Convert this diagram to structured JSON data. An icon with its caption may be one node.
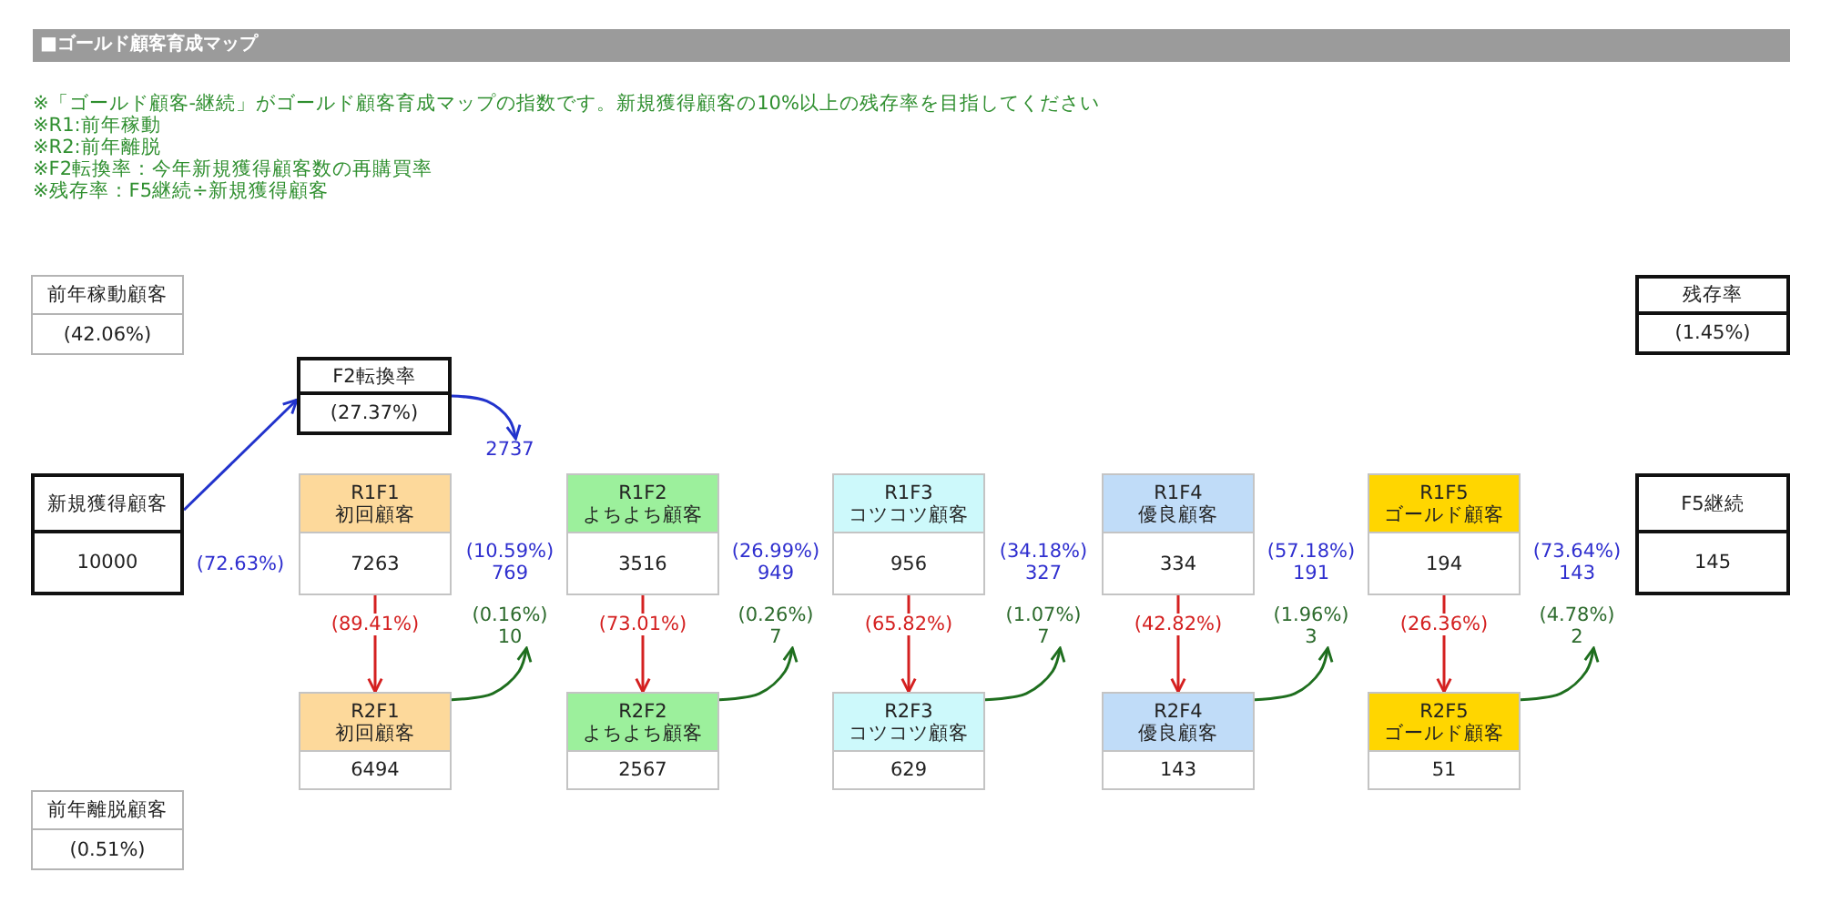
{
  "diagram": {
    "title": "■ゴールド顧客育成マップ",
    "nodes": [
      {
        "text": [
          "前年稼動顧客",
          "(42.06%)"
        ]
      },
      {
        "text": [
          "残存率",
          "(1.45%)"
        ]
      },
      {
        "text": [
          "F2転換率",
          "(27.37%)"
        ]
      },
      {
        "text": [
          "2737"
        ]
      },
      {
        "text": [
          "新規獲得顧客",
          "10000"
        ]
      },
      {
        "text": [
          "R1F1 初回顧客",
          "7263"
        ]
      },
      {
        "text": [
          "R1F2 よちよち顧客",
          "3516"
        ]
      },
      {
        "text": [
          "R1F3 コツコツ顧客",
          "956"
        ]
      },
      {
        "text": [
          "R1F4 優良顧客",
          "334"
        ]
      },
      {
        "text": [
          "R1F5 ゴールド顧客",
          "194"
        ]
      },
      {
        "text": [
          "F5継続",
          "145"
        ]
      },
      {
        "text": [
          "(0.16%) 10"
        ]
      },
      {
        "text": [
          "(0.26%) 7"
        ]
      },
      {
        "text": [
          "(1.07%) 7"
        ]
      },
      {
        "text": [
          "(1.96%) 3"
        ]
      },
      {
        "text": [
          "(4.78%) 2"
        ]
      },
      {
        "text": [
          "R2F1 初回顧客",
          "6494"
        ]
      },
      {
        "text": [
          "R2F2 よちよち顧客",
          "2567"
        ]
      },
      {
        "text": [
          "R2F3 コツコツ顧客",
          "629"
        ]
      },
      {
        "text": [
          "R2F4 優良顧客",
          "143"
        ]
      },
      {
        "text": [
          "R2F5 ゴールド顧客",
          "51"
        ]
      },
      {
        "text": [
          "前年離脱顧客",
          "(0.51%)"
        ]
      }
    ],
    "edges": [
      {
        "from": 4,
        "to": 2,
        "arrow": "to",
        "color": "#2233cc"
      },
      {
        "from": 2,
        "to": 3,
        "arrow": "to",
        "color": "#2233cc"
      },
      {
        "from": 5,
        "to": 16,
        "arrow": "to",
        "label": "(89.41%)",
        "color": "#d42020"
      },
      {
        "from": 6,
        "to": 17,
        "arrow": "to",
        "label": "(73.01%)",
        "color": "#d42020"
      },
      {
        "from": 7,
        "to": 18,
        "arrow": "to",
        "label": "(65.82%)",
        "color": "#d42020"
      },
      {
        "from": 8,
        "to": 19,
        "arrow": "to",
        "label": "(42.82%)",
        "color": "#d42020"
      },
      {
        "from": 9,
        "to": 20,
        "arrow": "to",
        "label": "(26.36%)",
        "color": "#d42020"
      },
      {
        "from": 16,
        "to": 11,
        "arrow": "to",
        "color": "#1e6e1e"
      },
      {
        "from": 17,
        "to": 12,
        "arrow": "to",
        "color": "#1e6e1e"
      },
      {
        "from": 18,
        "to": 13,
        "arrow": "to",
        "color": "#1e6e1e"
      },
      {
        "from": 19,
        "to": 14,
        "arrow": "to",
        "color": "#1e6e1e"
      },
      {
        "from": 20,
        "to": 15,
        "arrow": "to",
        "color": "#1e6e1e"
      }
    ],
    "labels": [
      "※「ゴールド顧客-継続」がゴールド顧客育成マップの指数です。新規獲得顧客の10%以上の残存率を目指してください",
      "※R1:前年稼動",
      "※R2:前年離脱",
      "※F2転換率：今年新規獲得顧客数の再購買率",
      "※残存率：F5継続÷新規獲得顧客",
      "(72.63%)",
      "(10.59%) 769",
      "(26.99%) 949",
      "(34.18%) 327",
      "(57.18%) 191",
      "(73.64%) 143"
    ]
  }
}
